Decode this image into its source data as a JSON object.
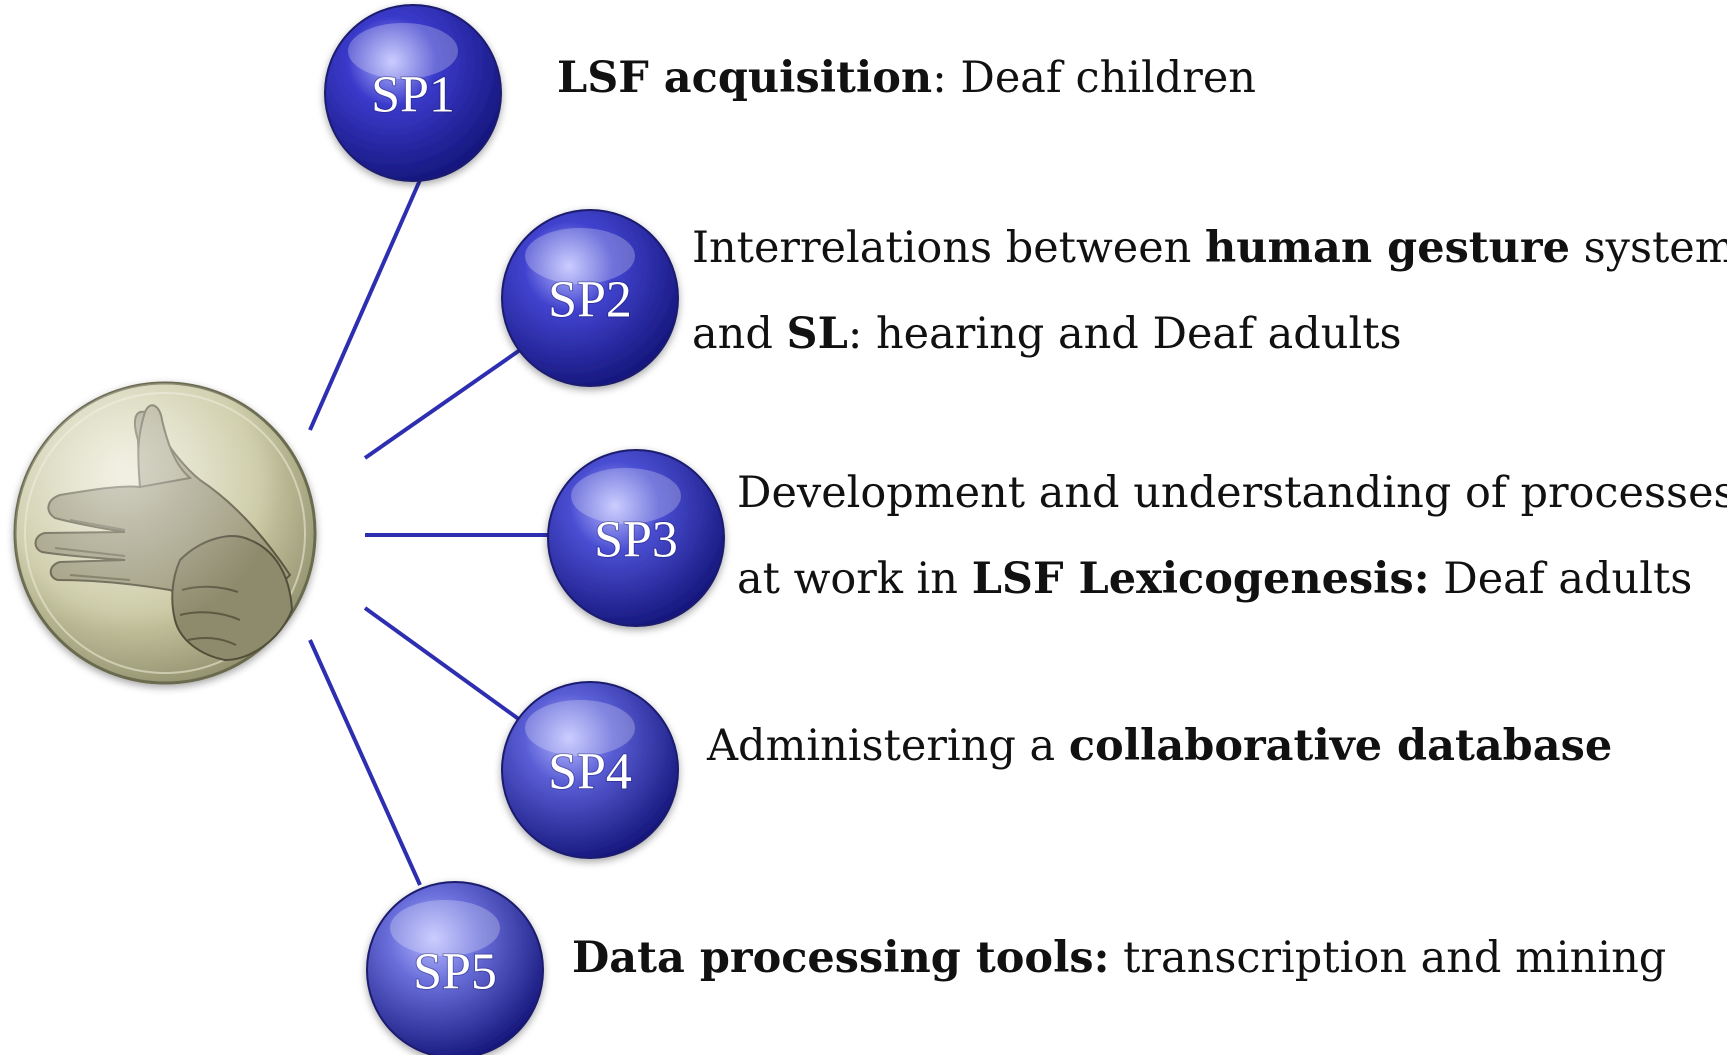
{
  "colors": {
    "connector": "#2d2fb0",
    "center_disc": "#c9c8a2"
  },
  "center": {
    "image": "hand-gesture-icon"
  },
  "nodes": [
    {
      "label": "SP1",
      "color": "#3a3acb",
      "lines": [
        [
          {
            "text": "LSF acquisition",
            "bold": true
          },
          {
            "text": ": Deaf children",
            "bold": false
          }
        ]
      ]
    },
    {
      "label": "SP2",
      "color": "#4143cf",
      "lines": [
        [
          {
            "text": "Interrelations between ",
            "bold": false
          },
          {
            "text": "human gesture",
            "bold": true
          },
          {
            "text": " system",
            "bold": false
          }
        ],
        [
          {
            "text": "and ",
            "bold": false
          },
          {
            "text": "SL",
            "bold": true
          },
          {
            "text": ": hearing and Deaf adults",
            "bold": false
          }
        ]
      ]
    },
    {
      "label": "SP3",
      "color": "#4a4ed2",
      "lines": [
        [
          {
            "text": "Development and understanding of processes",
            "bold": false
          }
        ],
        [
          {
            "text": "at work in ",
            "bold": false
          },
          {
            "text": "LSF Lexicogenesis:",
            "bold": true
          },
          {
            "text": " Deaf adults",
            "bold": false
          }
        ]
      ]
    },
    {
      "label": "SP4",
      "color": "#5a5ed6",
      "lines": [
        [
          {
            "text": "Administering a ",
            "bold": false
          },
          {
            "text": "collaborative database",
            "bold": true
          }
        ]
      ]
    },
    {
      "label": "SP5",
      "color": "#6a6fdb",
      "lines": [
        [
          {
            "text": "Data processing tools:",
            "bold": true
          },
          {
            "text": " transcription and mining",
            "bold": false
          }
        ]
      ]
    }
  ]
}
